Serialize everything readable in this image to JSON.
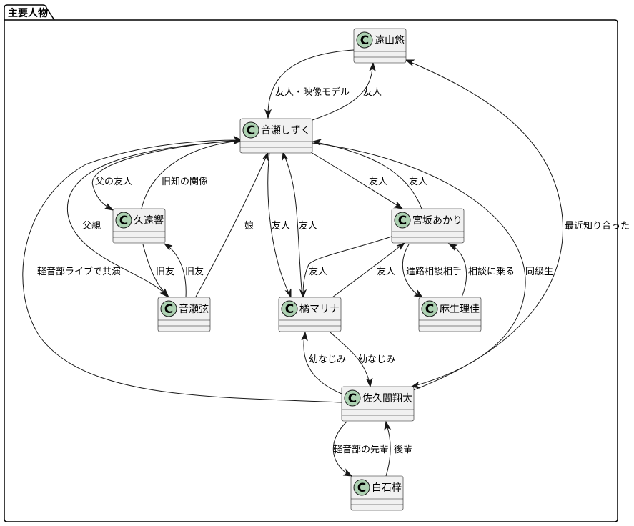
{
  "package": {
    "title": "主要人物"
  },
  "classes": [
    {
      "id": "toyama",
      "name": "遠山悠",
      "icon": "C"
    },
    {
      "id": "shizuku",
      "name": "音瀬しずく",
      "icon": "C"
    },
    {
      "id": "kuon",
      "name": "久遠響",
      "icon": "C"
    },
    {
      "id": "akari",
      "name": "宮坂あかり",
      "icon": "C"
    },
    {
      "id": "gen",
      "name": "音瀬弦",
      "icon": "C"
    },
    {
      "id": "marina",
      "name": "橘マリナ",
      "icon": "C"
    },
    {
      "id": "rika",
      "name": "麻生理佳",
      "icon": "C"
    },
    {
      "id": "shota",
      "name": "佐久間翔太",
      "icon": "C"
    },
    {
      "id": "azusa",
      "name": "白石梓",
      "icon": "C"
    }
  ],
  "relations": [
    {
      "from": "toyama",
      "to": "shizuku",
      "label": "友人・映像モデル"
    },
    {
      "from": "shizuku",
      "to": "toyama",
      "label": "友人"
    },
    {
      "from": "shizuku",
      "to": "kuon",
      "label": "父の友人"
    },
    {
      "from": "kuon",
      "to": "shizuku",
      "label": "旧知の関係"
    },
    {
      "from": "shizuku",
      "to": "gen",
      "label": "父親"
    },
    {
      "from": "gen",
      "to": "shizuku",
      "label": "娘"
    },
    {
      "from": "kuon",
      "to": "gen",
      "label": "旧友"
    },
    {
      "from": "gen",
      "to": "kuon",
      "label": "旧友"
    },
    {
      "from": "shizuku",
      "to": "marina",
      "label": "友人"
    },
    {
      "from": "marina",
      "to": "shizuku",
      "label": "友人"
    },
    {
      "from": "shizuku",
      "to": "akari",
      "label": "友人"
    },
    {
      "from": "akari",
      "to": "shizuku",
      "label": "友人"
    },
    {
      "from": "akari",
      "to": "marina",
      "label": "友人"
    },
    {
      "from": "marina",
      "to": "akari",
      "label": "友人"
    },
    {
      "from": "akari",
      "to": "rika",
      "label": "進路相談相手"
    },
    {
      "from": "rika",
      "to": "akari",
      "label": "相談に乗る"
    },
    {
      "from": "shizuku",
      "to": "shota",
      "label": "同級生"
    },
    {
      "from": "shota",
      "to": "shizuku",
      "label": "軽音部ライブで共演"
    },
    {
      "from": "shota",
      "to": "toyama",
      "label": "最近知り合った"
    },
    {
      "from": "marina",
      "to": "shota",
      "label": "幼なじみ"
    },
    {
      "from": "shota",
      "to": "marina",
      "label": "幼なじみ"
    },
    {
      "from": "shota",
      "to": "azusa",
      "label": "軽音部の先輩"
    },
    {
      "from": "azusa",
      "to": "shota",
      "label": "後輩"
    }
  ],
  "colors": {
    "class_fill": "#f1f1f1",
    "class_icon": "#add1b2",
    "line": "#181818"
  }
}
